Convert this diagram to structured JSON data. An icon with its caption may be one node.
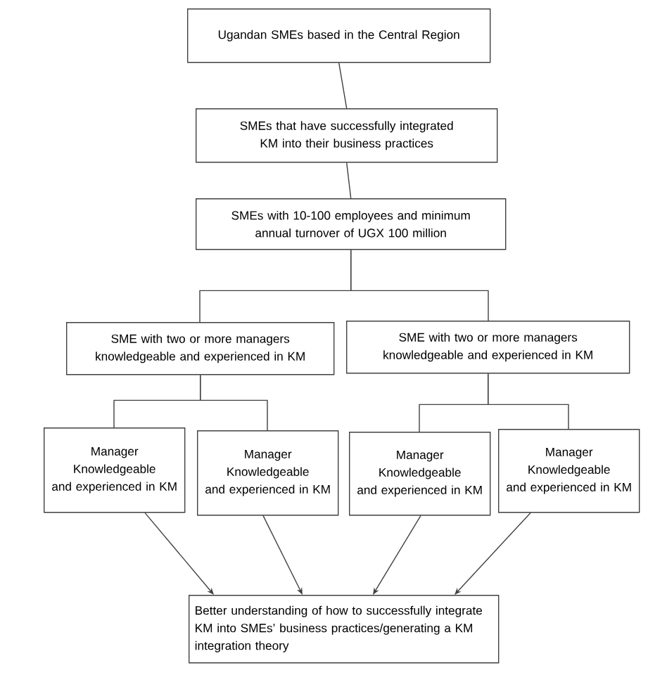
{
  "diagram": {
    "nodes": [
      {
        "text": [
          "Ugandan SMEs based in the Central Region"
        ]
      },
      {
        "text": [
          "SMEs that have successfully integrated KM into their business practices"
        ]
      },
      {
        "text": [
          "SMEs with 10-100 employees and minimum annual turnover of UGX 100 million"
        ]
      },
      {
        "text": [
          "SME with two or more managers knowledgeable and experienced in KM"
        ]
      },
      {
        "text": [
          "SME with two or more managers knowledgeable and experienced in KM"
        ]
      },
      {
        "text": [
          "Manager Knowledgeable and experienced in KM"
        ]
      },
      {
        "text": [
          "Manager Knowledgeable and experienced in KM"
        ]
      },
      {
        "text": [
          "Manager Knowledgeable and experienced in KM"
        ]
      },
      {
        "text": [
          "Manager Knowledgeable and experienced in KM"
        ]
      },
      {
        "text": [
          "Better understanding of how to successfully integrate KM into SMEs’ business practices/generating a KM integration theory"
        ]
      }
    ],
    "edges": [
      {
        "from": 0,
        "to": 1,
        "arrow": "none"
      },
      {
        "from": 1,
        "to": 2,
        "arrow": "none"
      },
      {
        "from": 2,
        "to": 3,
        "arrow": "none"
      },
      {
        "from": 2,
        "to": 4,
        "arrow": "none"
      },
      {
        "from": 3,
        "to": 5,
        "arrow": "none"
      },
      {
        "from": 3,
        "to": 6,
        "arrow": "none"
      },
      {
        "from": 4,
        "to": 7,
        "arrow": "none"
      },
      {
        "from": 4,
        "to": 8,
        "arrow": "none"
      },
      {
        "from": 5,
        "to": 9,
        "arrow": "to"
      },
      {
        "from": 6,
        "to": 9,
        "arrow": "to"
      },
      {
        "from": 7,
        "to": 9,
        "arrow": "to"
      },
      {
        "from": 8,
        "to": 9,
        "arrow": "to"
      }
    ]
  }
}
